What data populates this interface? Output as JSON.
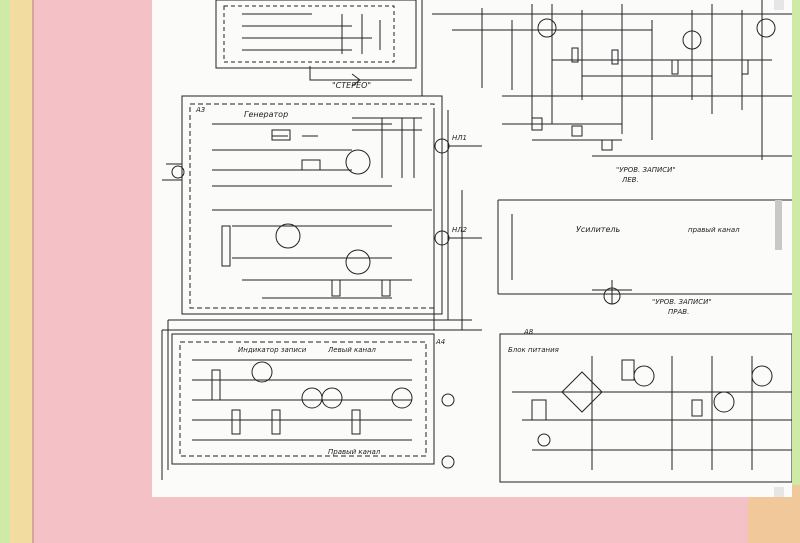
{
  "labels": {
    "stereo": "\"СТЕРЕО\"",
    "generator": "Генератор",
    "rec_level_left": "\"УРОВ. ЗАПИСИ\"",
    "rec_level_left_sub": "ЛЕВ.",
    "rec_level_right": "\"УРОВ. ЗАПИСИ\"",
    "rec_level_right_sub": "ПРАВ.",
    "amp_right": "Усилитель",
    "amp_right_sub": "правый канал",
    "indicator": "Индикатор записи",
    "left_channel": "Левый канал",
    "right_channel": "Правый канал",
    "power_unit": "Блок питания",
    "a3": "А3",
    "a4": "А4",
    "a8": "А8",
    "hl1": "НЛ1",
    "hl2": "НЛ2"
  },
  "colors": {
    "background_pink": "#f4c2c6",
    "paper": "#fbfbfa",
    "ink": "#222222"
  }
}
